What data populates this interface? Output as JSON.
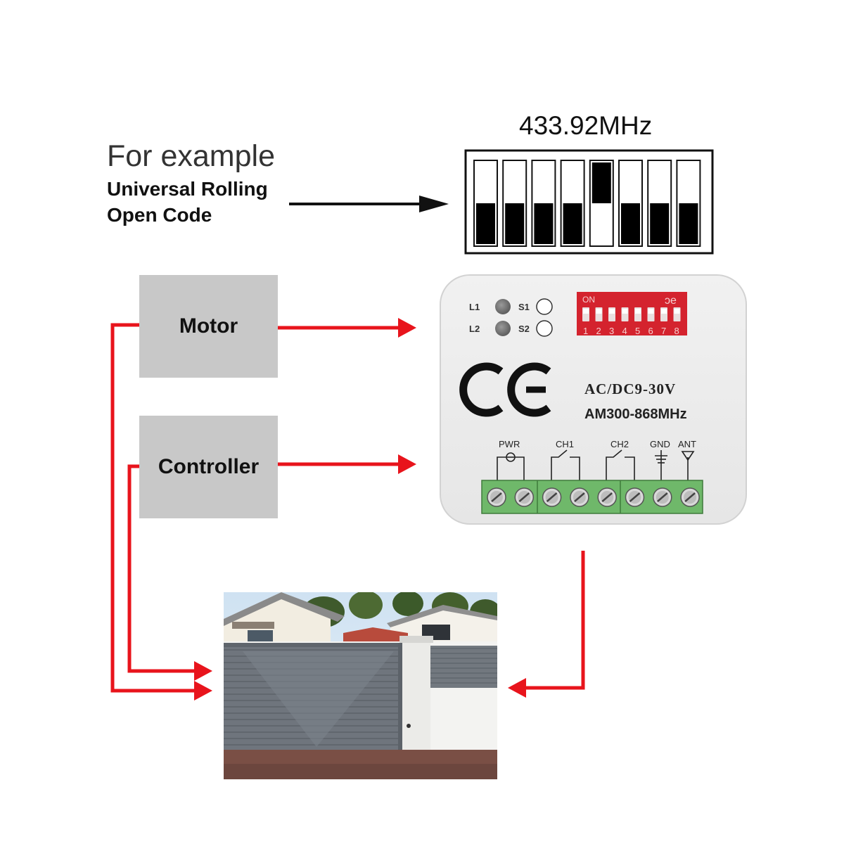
{
  "header": {
    "frequency": "433.92MHz"
  },
  "example": {
    "title": "For example",
    "line1": "Universal Rolling",
    "line2": "Open Code"
  },
  "dip_example": {
    "switches": [
      "down",
      "down",
      "down",
      "down",
      "up",
      "down",
      "down",
      "down"
    ]
  },
  "blocks": {
    "motor": "Motor",
    "controller": "Controller"
  },
  "receiver": {
    "leds": [
      "L1",
      "L2"
    ],
    "buttons": [
      "S1",
      "S2"
    ],
    "dip_on_label": "ON",
    "dip_numbers": [
      "1",
      "2",
      "3",
      "4",
      "5",
      "6",
      "7",
      "8"
    ],
    "ce_mark": "CE",
    "voltage": "AC/DC9-30V",
    "frequency_range": "AM300-868MHz",
    "terminal_labels": [
      "PWR",
      "CH1",
      "CH2",
      "GND",
      "ANT"
    ]
  },
  "colors": {
    "arrow_red": "#e8141c",
    "dip_red": "#d4232e",
    "terminal_green": "#6fb86a",
    "box_gray": "#c8c8c8"
  },
  "photo": {
    "subject": "gate-photo"
  }
}
